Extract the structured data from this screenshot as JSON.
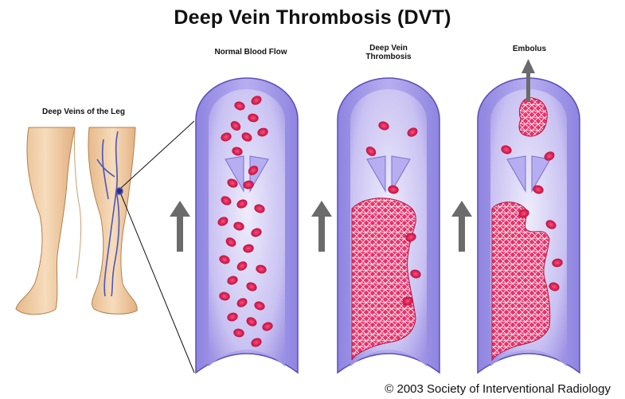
{
  "title": "Deep Vein Thrombosis (DVT)",
  "labels": {
    "leg": "Deep Veins of the Leg",
    "normal": "Normal Blood Flow",
    "dvt_line1": "Deep Vein",
    "dvt_line2": "Thrombosis",
    "embolus": "Embolus"
  },
  "copyright": "© 2003 Society of Interventional Radiology",
  "colors": {
    "vein_wall": "#9a8ee6",
    "vein_inner": "#d7d2f7",
    "blood_cell": "#e8245a",
    "clot_fibrin": "#f6e6ea",
    "arrow": "#6b6b6b",
    "skin": "#f0cfa5",
    "vein_line": "#4b56b8"
  }
}
